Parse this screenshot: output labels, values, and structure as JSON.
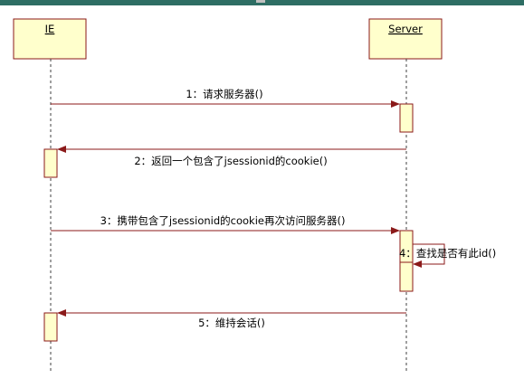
{
  "diagram": {
    "type": "uml-sequence",
    "lifelines": [
      {
        "id": "ie",
        "name": "IE"
      },
      {
        "id": "server",
        "name": "Server"
      }
    ],
    "messages": [
      {
        "number": "1",
        "label": "1：请求服务器()",
        "from": "ie",
        "to": "server",
        "kind": "call"
      },
      {
        "number": "2",
        "label": "2：返回一个包含了jsessionid的cookie()",
        "from": "server",
        "to": "ie",
        "kind": "call"
      },
      {
        "number": "3",
        "label": "3：携带包含了jsessionid的cookie再次访问服务器()",
        "from": "ie",
        "to": "server",
        "kind": "call"
      },
      {
        "number": "4",
        "label": "4：查找是否有此id()",
        "from": "server",
        "to": "server",
        "kind": "self"
      },
      {
        "number": "5",
        "label": "5：维持会话()",
        "from": "server",
        "to": "ie",
        "kind": "call"
      }
    ]
  },
  "colors": {
    "window_border": "#2e6e64",
    "lifeline_fill": "#ffffcc",
    "lifeline_border": "#8b1a1a",
    "message_line": "#8b1a1a",
    "lifeline_dash": "#404040",
    "text": "#000000"
  }
}
